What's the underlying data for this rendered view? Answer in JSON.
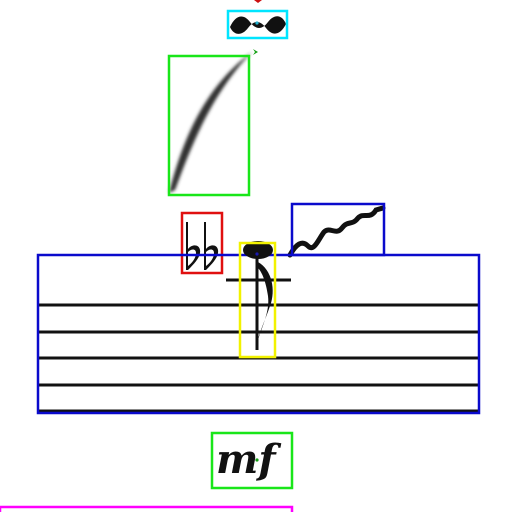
{
  "score": {
    "dynamic_text": "mf",
    "staff_line_count": 5,
    "symbols": [
      "turn-ornament",
      "slur",
      "double-flat",
      "stemmed-note",
      "ledger-line",
      "trill-wavy-line",
      "dynamic-mf"
    ]
  },
  "annotation_colors": {
    "turn": "#00e5ff",
    "slur": "#19e619",
    "accidental": "#e01010",
    "note": "#f2f200",
    "staff": "#0a0acc",
    "trill": "#0a0acc",
    "dynamic": "#19e619",
    "bottom_strip": "#ff00ff"
  }
}
